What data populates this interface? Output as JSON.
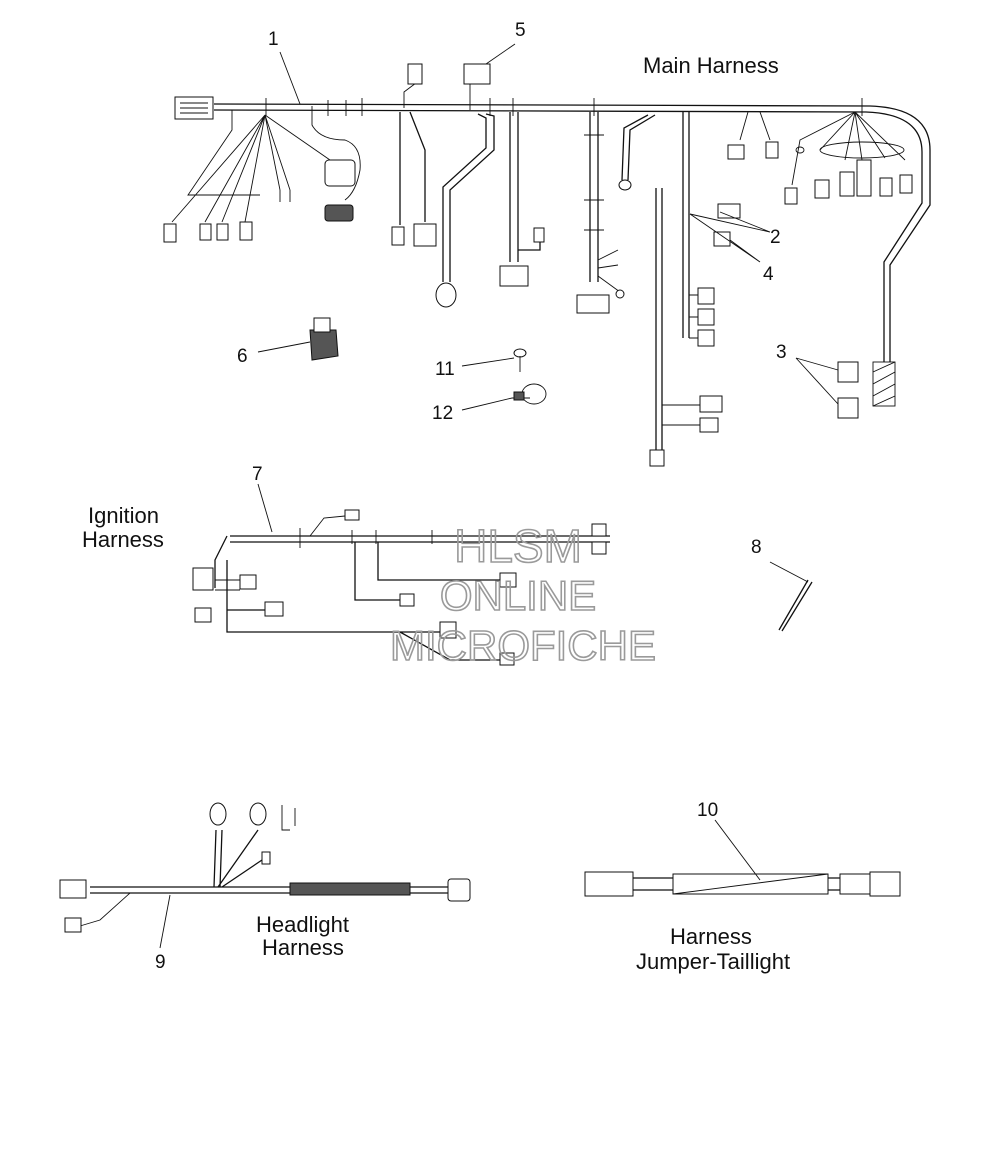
{
  "callouts": {
    "c1": "1",
    "c2": "2",
    "c3": "3",
    "c4": "4",
    "c5": "5",
    "c6": "6",
    "c7": "7",
    "c8": "8",
    "c9": "9",
    "c10": "10",
    "c11": "11",
    "c12": "12"
  },
  "titles": {
    "main_harness": "Main Harness",
    "ignition_line1": "Ignition",
    "ignition_line2": "Harness",
    "headlight_line1": "Headlight",
    "headlight_line2": "Harness",
    "jumper_line1": "Harness",
    "jumper_line2": "Jumper-Taillight"
  },
  "watermark": {
    "line1": "HLSM",
    "line2": "ONLINE",
    "line3": "MICROFICHE"
  }
}
